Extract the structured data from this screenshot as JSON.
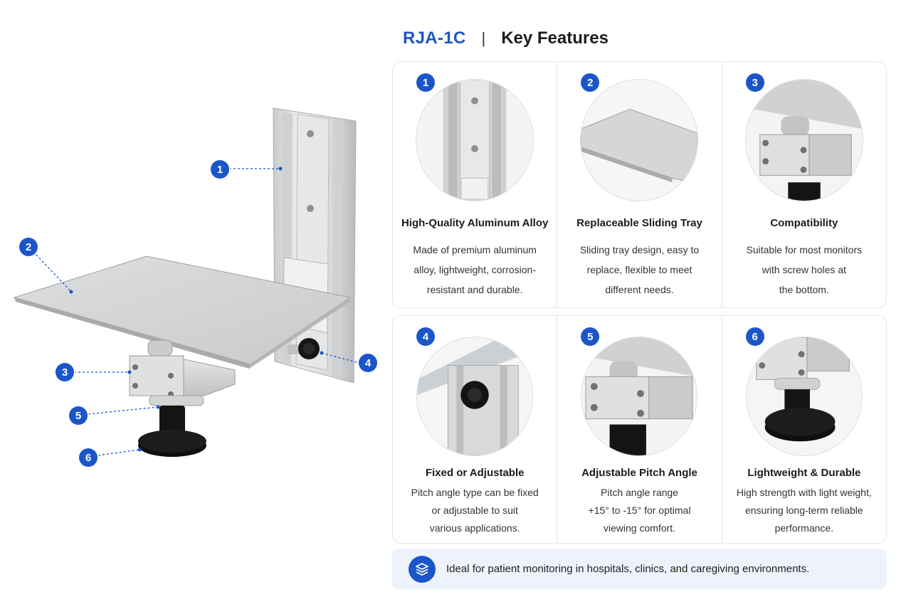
{
  "header": {
    "model": "RJA-1C",
    "separator": "|",
    "title": "Key Features"
  },
  "callouts": [
    "1",
    "2",
    "3",
    "4",
    "5",
    "6"
  ],
  "features": [
    {
      "number": "1",
      "title": "High-Quality Aluminum Alloy",
      "desc_lines": [
        "Made of premium aluminum",
        "alloy, lightweight, corrosion-",
        "resistant and durable."
      ],
      "thumb_icon": "aluminum-rail-thumb"
    },
    {
      "number": "2",
      "title": "Replaceable Sliding Tray",
      "desc_lines": [
        "Sliding tray design, easy to",
        "replace, flexible to meet",
        "different needs."
      ],
      "thumb_icon": "sliding-tray-thumb"
    },
    {
      "number": "3",
      "title": "Compatibility",
      "desc_lines": [
        "Suitable for most monitors",
        "with screw holes at",
        "the bottom."
      ],
      "thumb_icon": "mount-block-thumb"
    },
    {
      "number": "4",
      "title": "Fixed or Adjustable",
      "desc_lines": [
        "Pitch angle type can be fixed",
        "or adjustable to suit",
        "various applications."
      ],
      "thumb_icon": "knob-thumb"
    },
    {
      "number": "5",
      "title": "Adjustable Pitch Angle",
      "desc_lines": [
        "Pitch angle range",
        "+15° to -15° for optimal",
        "viewing comfort."
      ],
      "thumb_icon": "pitch-joint-thumb"
    },
    {
      "number": "6",
      "title": "Lightweight & Durable",
      "desc_lines": [
        "High strength with light weight,",
        "ensuring long-term reliable",
        "performance."
      ],
      "thumb_icon": "base-thumb"
    }
  ],
  "banner": {
    "icon": "layers-icon",
    "text": "Ideal for patient monitoring in hospitals, clinics, and caregiving environments."
  },
  "colors": {
    "accent": "#1b56c9",
    "panel_border": "#e3e6ec",
    "banner_bg": "#eef2fb",
    "metal": "#d7d9db",
    "rubber": "#111111"
  }
}
